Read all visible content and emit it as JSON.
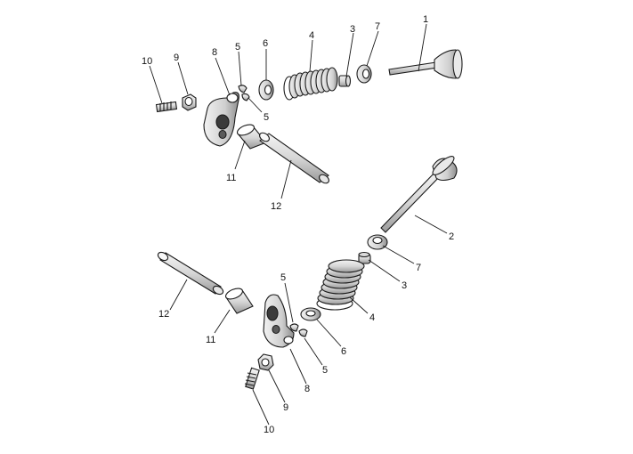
{
  "diagram": {
    "upper_assembly": {
      "callouts": [
        {
          "id": "up-1",
          "label": "1"
        },
        {
          "id": "up-3",
          "label": "3"
        },
        {
          "id": "up-7",
          "label": "7"
        },
        {
          "id": "up-4",
          "label": "4"
        },
        {
          "id": "up-6",
          "label": "6"
        },
        {
          "id": "up-5a",
          "label": "5"
        },
        {
          "id": "up-5b",
          "label": "5"
        },
        {
          "id": "up-8",
          "label": "8"
        },
        {
          "id": "up-9",
          "label": "9"
        },
        {
          "id": "up-10",
          "label": "10"
        },
        {
          "id": "up-11",
          "label": "11"
        },
        {
          "id": "up-12",
          "label": "12"
        }
      ]
    },
    "lower_assembly": {
      "callouts": [
        {
          "id": "lo-2",
          "label": "2"
        },
        {
          "id": "lo-7",
          "label": "7"
        },
        {
          "id": "lo-3",
          "label": "3"
        },
        {
          "id": "lo-4",
          "label": "4"
        },
        {
          "id": "lo-6",
          "label": "6"
        },
        {
          "id": "lo-5a",
          "label": "5"
        },
        {
          "id": "lo-5b",
          "label": "5"
        },
        {
          "id": "lo-8",
          "label": "8"
        },
        {
          "id": "lo-9",
          "label": "9"
        },
        {
          "id": "lo-10",
          "label": "10"
        },
        {
          "id": "lo-11",
          "label": "11"
        },
        {
          "id": "lo-12",
          "label": "12"
        }
      ]
    }
  }
}
